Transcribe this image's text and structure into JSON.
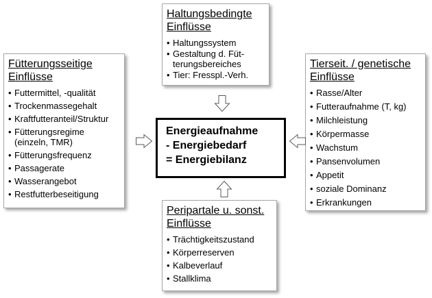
{
  "center": {
    "lines": [
      "Energieaufnahme",
      "- Energiebedarf",
      "= Energiebilanz"
    ]
  },
  "top_box": {
    "title": "Haltungsbedingte\nEinflüsse",
    "items": [
      "Haltungssystem",
      "Gestaltung d. Füt-\nterungsbereiches",
      "Tier: Fresspl.-Verh."
    ]
  },
  "left_box": {
    "title": "Fütterungsseitige\nEinflüsse",
    "items": [
      "Futtermittel, -qualität",
      "Trockenmassegehalt",
      "Kraftfutteranteil/Struktur",
      "Fütterungsregime\n(einzeln, TMR)",
      "Fütterungsfrequenz",
      "Passagerate",
      "Wasserangebot",
      "Restfutterbeseitigung"
    ]
  },
  "right_box": {
    "title": "Tierseit. / genetische\nEinflüsse",
    "items": [
      "Rasse/Alter",
      "Futteraufnahme (T, kg)",
      "Milchleistung",
      "Körpermasse",
      "Wachstum",
      "Pansenvolumen",
      "Appetit",
      "soziale Dominanz",
      "Erkrankungen"
    ]
  },
  "bottom_box": {
    "title": "Peripartale u. sonst.\nEinflüsse",
    "items": [
      "Trächtigkeitszustand",
      "Körperreserven",
      "Kalbeverlauf",
      "Stallklima"
    ]
  },
  "bullet_char": "•"
}
